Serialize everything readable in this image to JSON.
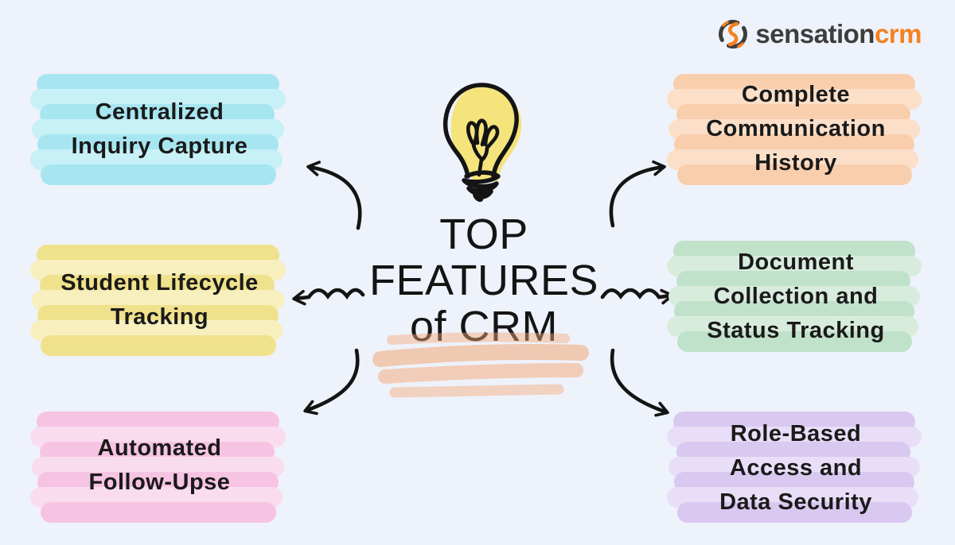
{
  "logo": {
    "text_dark": "sensation",
    "text_accent": "crm",
    "color_dark": "#3d3d3d",
    "color_accent": "#f5821f",
    "icon": "sensation-crm-swirl-icon"
  },
  "center": {
    "title_lines": [
      "TOP",
      "FEATURES",
      "of CRM"
    ],
    "bulb_icon": "lightbulb-doodle-icon",
    "bulb_fill": "#f5e37c",
    "ink_color": "#141414",
    "scribble_color": "#f3a877"
  },
  "background_color": "#eef2fb",
  "features": {
    "left": [
      {
        "lines": [
          "Centralized",
          "Inquiry Capture"
        ],
        "color": "#a7e6f1",
        "color_light": "#c7f0f7"
      },
      {
        "lines": [
          "Student Lifecycle",
          "Tracking"
        ],
        "color": "#f0e18c",
        "color_light": "#f8efbe"
      },
      {
        "lines": [
          "Automated",
          "Follow-Upse"
        ],
        "color": "#f6c4e2",
        "color_light": "#fadcef"
      }
    ],
    "right": [
      {
        "lines": [
          "Complete",
          "Communication",
          "History"
        ],
        "color": "#f9cead",
        "color_light": "#fcdfc8"
      },
      {
        "lines": [
          "Document",
          "Collection and",
          "Status Tracking"
        ],
        "color": "#c0e1ca",
        "color_light": "#d8ecde"
      },
      {
        "lines": [
          "Role-Based",
          "Access and",
          "Data Security"
        ],
        "color": "#d9c8f0",
        "color_light": "#e9def7"
      }
    ]
  }
}
